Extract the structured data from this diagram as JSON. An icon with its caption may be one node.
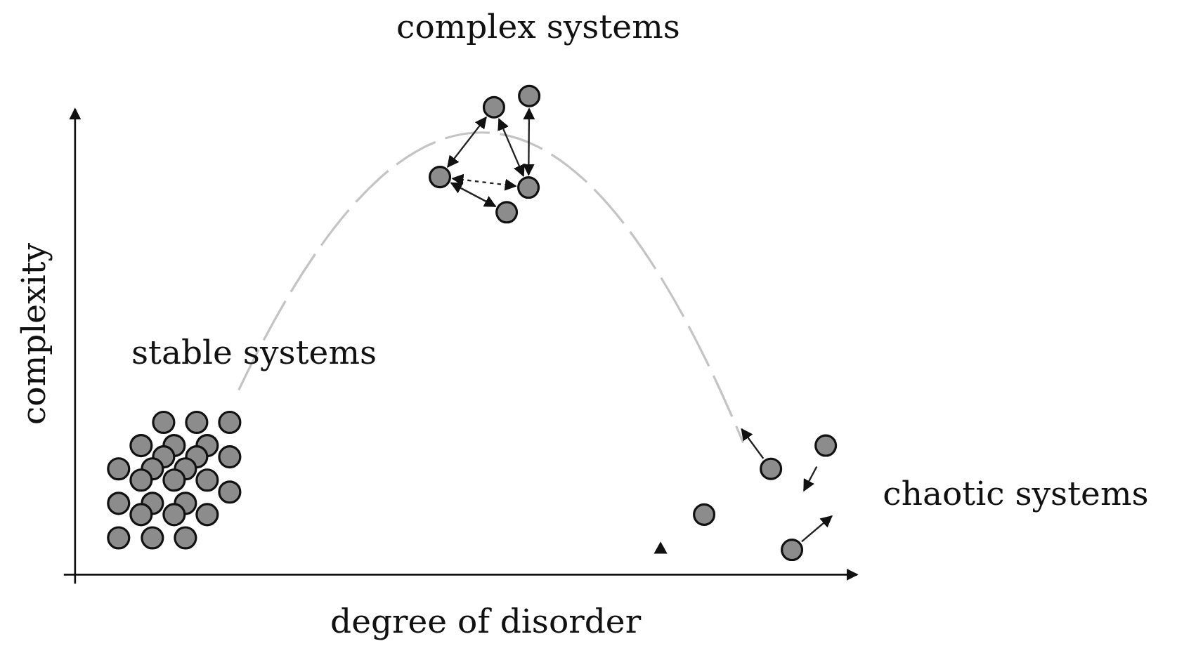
{
  "diagram": {
    "nodes": [
      {
        "text": [],
        "shape": "circle"
      },
      {
        "text": [],
        "shape": "circle"
      },
      {
        "text": [],
        "shape": "circle"
      },
      {
        "text": [],
        "shape": "circle"
      },
      {
        "text": [],
        "shape": "circle"
      },
      {
        "text": [],
        "shape": "circle"
      },
      {
        "text": [],
        "shape": "circle"
      },
      {
        "text": [],
        "shape": "circle"
      },
      {
        "text": [],
        "shape": "circle"
      }
    ],
    "edges": [
      {
        "from": 2,
        "to": 1,
        "arrow": "both"
      },
      {
        "from": 1,
        "to": 3,
        "arrow": "both"
      },
      {
        "from": 0,
        "to": 3,
        "arrow": "both"
      },
      {
        "from": 2,
        "to": 3,
        "arrow": "both",
        "style": "dashed"
      },
      {
        "from": 2,
        "to": 4,
        "arrow": "both"
      },
      {
        "from": 6,
        "to": null,
        "arrow": "to"
      },
      {
        "from": 8,
        "to": null,
        "arrow": "to"
      }
    ],
    "labels": [
      "complex systems",
      "complexity",
      "stable systems",
      "chaotic systems",
      "degree of disorder"
    ]
  }
}
